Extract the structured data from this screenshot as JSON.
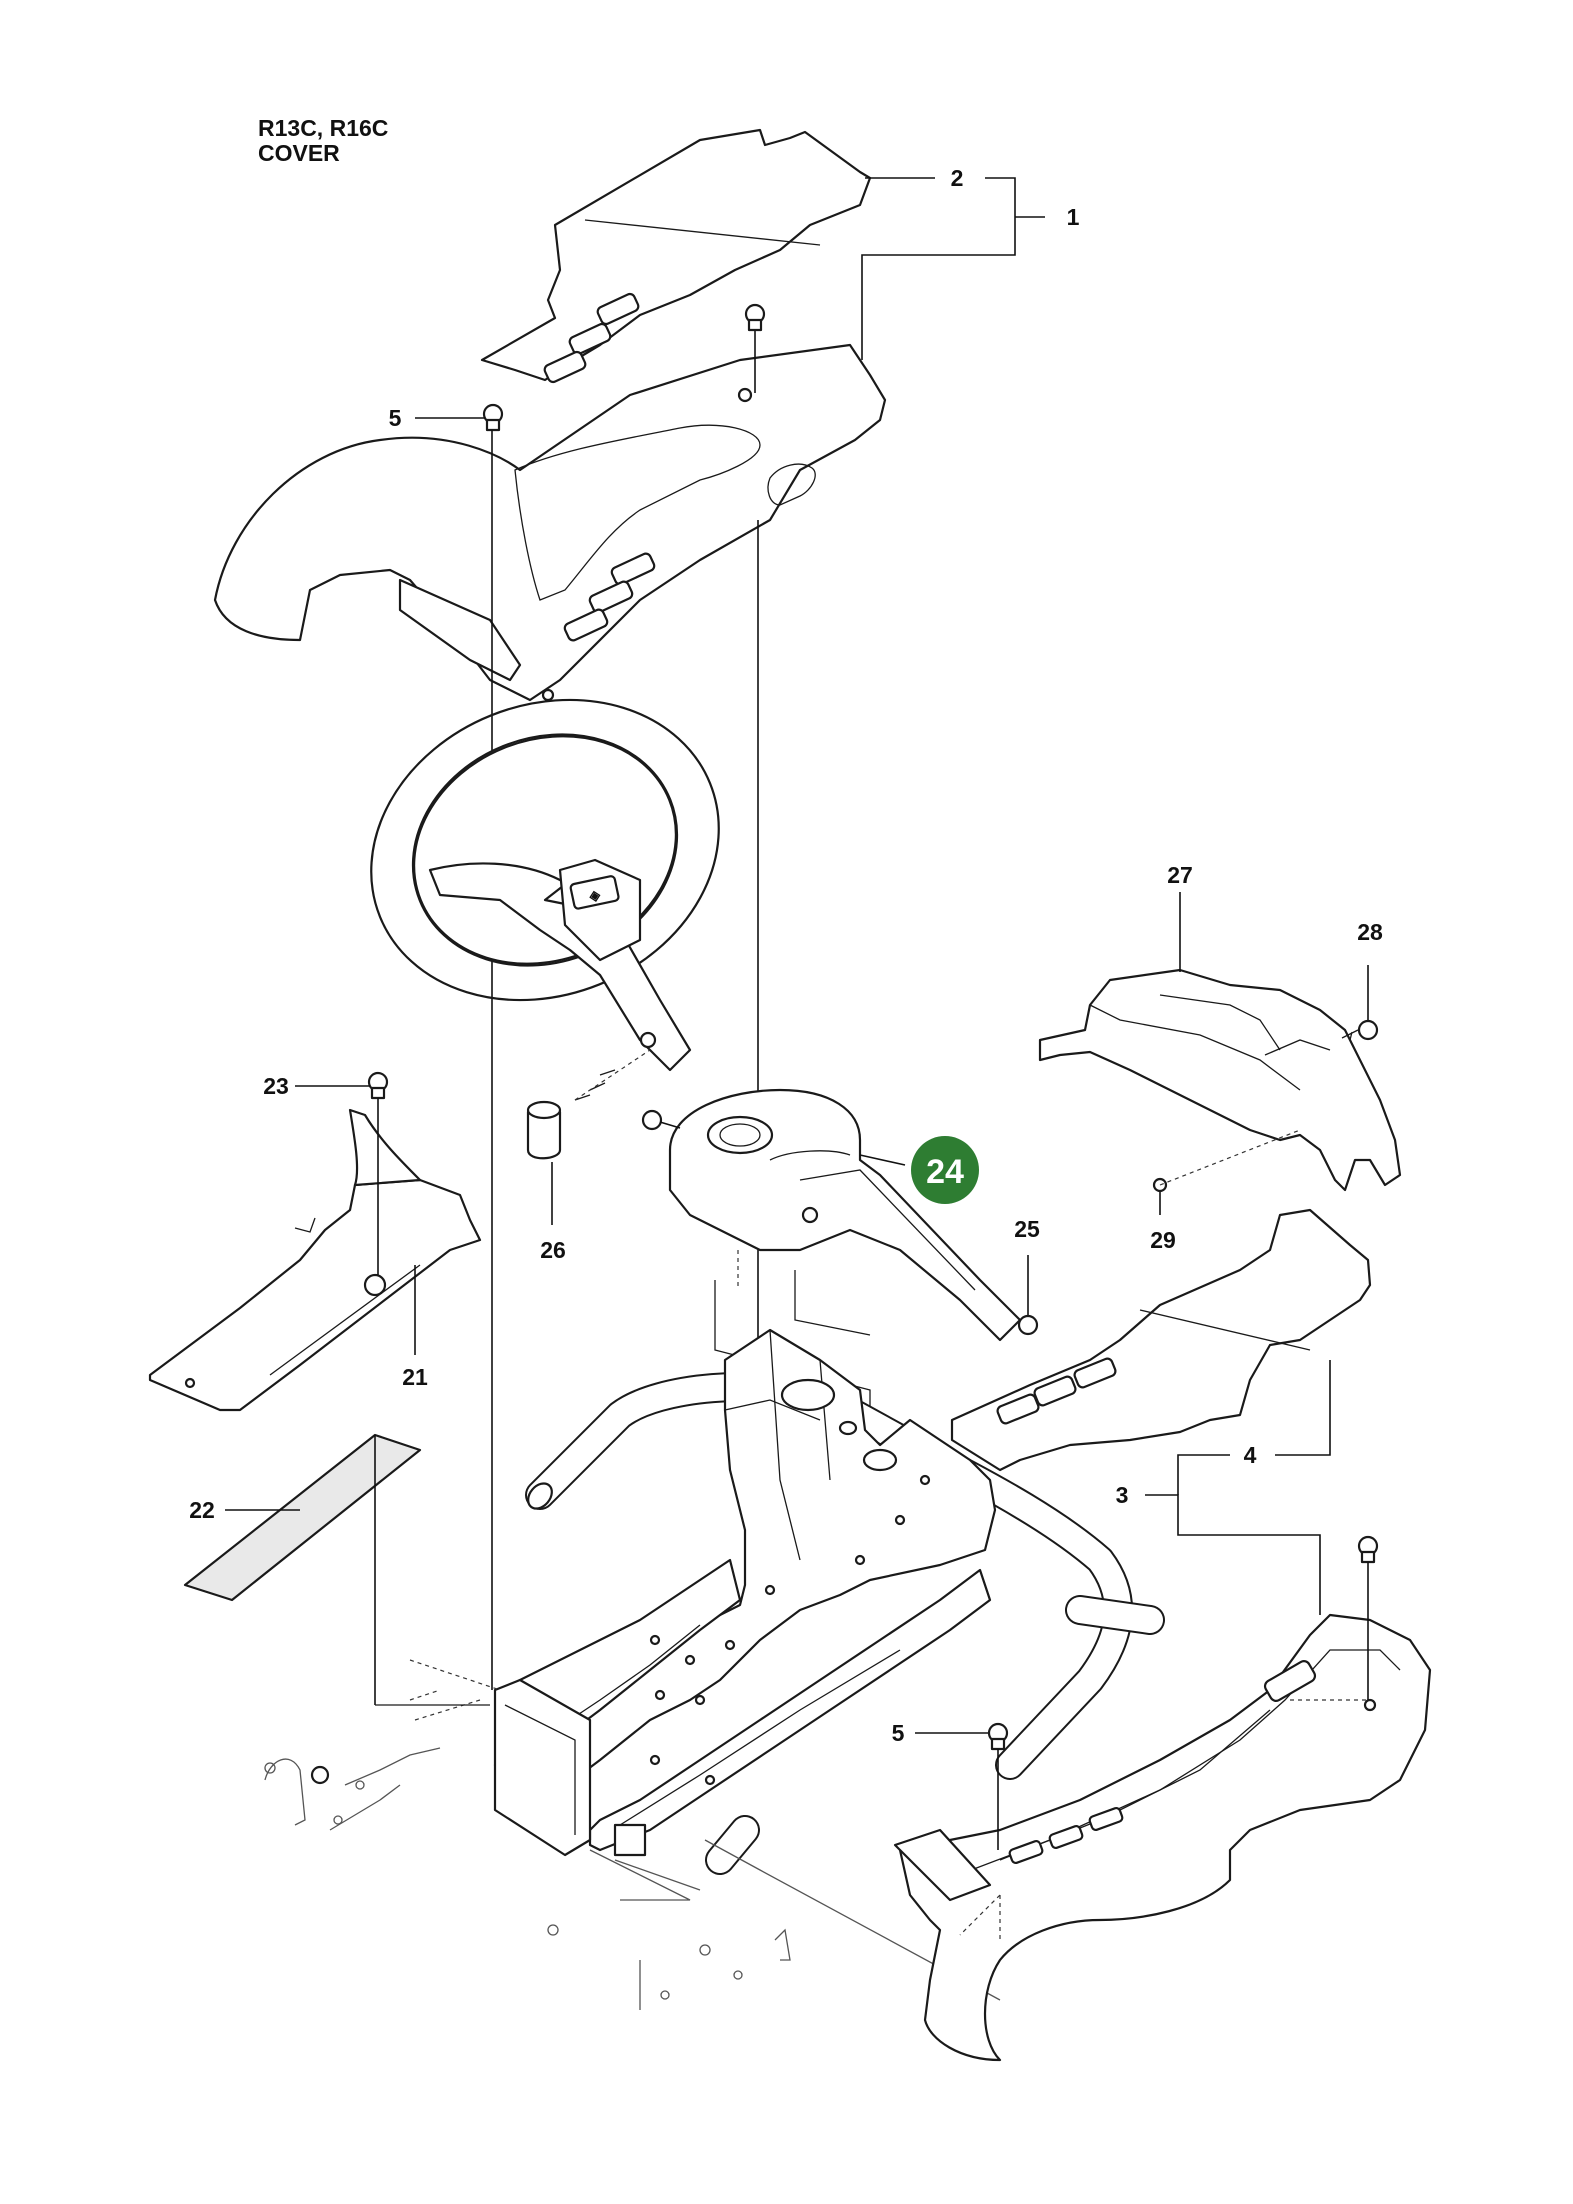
{
  "header": {
    "model": "R13C, R16C",
    "section": "COVER"
  },
  "callouts": [
    {
      "id": "label-1",
      "text": "1"
    },
    {
      "id": "label-2",
      "text": "2"
    },
    {
      "id": "label-3",
      "text": "3"
    },
    {
      "id": "label-4",
      "text": "4"
    },
    {
      "id": "label-5-top",
      "text": "5"
    },
    {
      "id": "label-5-bottom",
      "text": "5"
    },
    {
      "id": "label-21",
      "text": "21"
    },
    {
      "id": "label-22",
      "text": "22"
    },
    {
      "id": "label-23",
      "text": "23"
    },
    {
      "id": "label-25",
      "text": "25"
    },
    {
      "id": "label-26",
      "text": "26"
    },
    {
      "id": "label-27",
      "text": "27"
    },
    {
      "id": "label-28",
      "text": "28"
    },
    {
      "id": "label-29",
      "text": "29"
    }
  ],
  "highlight": {
    "text": "24",
    "color": "#2e7d32"
  }
}
